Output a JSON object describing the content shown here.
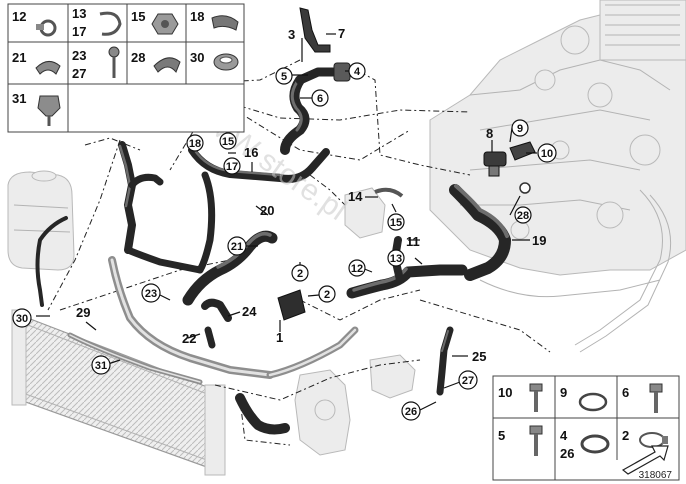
{
  "diagram": {
    "diagram_number": "318067",
    "watermark": "BMW store.pl",
    "legend_top_left": [
      {
        "label": "12"
      },
      {
        "label": "13\n17"
      },
      {
        "label": "15"
      },
      {
        "label": "18"
      },
      {
        "label": "21"
      },
      {
        "label": "23\n27"
      },
      {
        "label": "28"
      },
      {
        "label": "30"
      },
      {
        "label": "31"
      }
    ],
    "legend_bottom_right": [
      {
        "label": "10"
      },
      {
        "label": "9"
      },
      {
        "label": "6"
      },
      {
        "label": "5"
      },
      {
        "label": "4\n26"
      },
      {
        "label": "2"
      }
    ],
    "callouts_plain": [
      "3",
      "7",
      "8",
      "11",
      "14",
      "16",
      "19",
      "20",
      "22",
      "24",
      "25",
      "29",
      "1"
    ],
    "callouts_circled": [
      "4",
      "5",
      "6",
      "9",
      "10",
      "2",
      "12",
      "13",
      "15",
      "17",
      "18",
      "21",
      "23",
      "26",
      "27",
      "28",
      "30",
      "31"
    ]
  }
}
